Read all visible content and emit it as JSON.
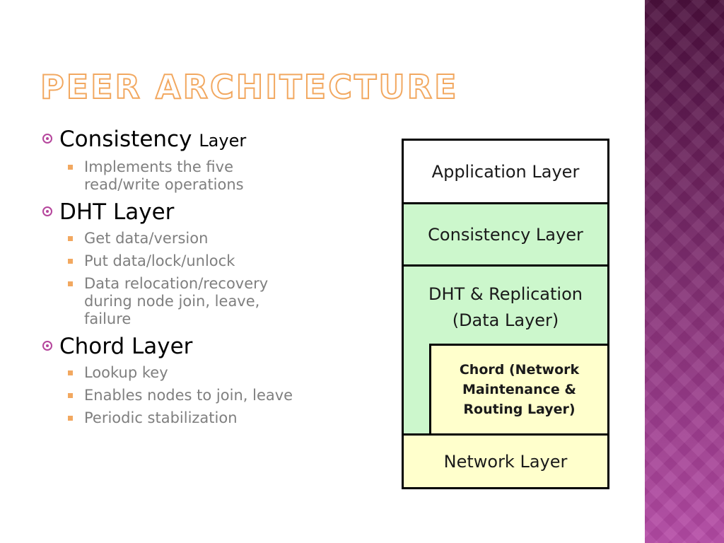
{
  "slide": {
    "title": "Peer Architecture"
  },
  "bullets": [
    {
      "text": "Consistency",
      "small": "Layer",
      "sub": [
        "Implements the five read/write operations"
      ]
    },
    {
      "text": "DHT Layer",
      "small": "",
      "sub": [
        "Get data/version",
        "Put data/lock/unlock",
        "Data relocation/recovery during node join, leave, failure"
      ]
    },
    {
      "text": "Chord Layer",
      "small": "",
      "sub": [
        "Lookup key",
        "Enables nodes to join, leave",
        "Periodic stabilization"
      ]
    }
  ],
  "diagram": {
    "application": "Application Layer",
    "consistency": "Consistency Layer",
    "dht_line1": "DHT & Replication",
    "dht_line2": "(Data Layer)",
    "chord_line1": "Chord (Network",
    "chord_line2": "Maintenance &",
    "chord_line3": "Routing Layer)",
    "network": "Network Layer"
  },
  "colors": {
    "title_outline": "#f2a860",
    "bullet_l1": "#b5459c",
    "bullet_l2": "#f2a860",
    "green_fill": "#ccf7cc",
    "yellow_fill": "#ffffcc",
    "side_band": "#8a3a7e"
  }
}
